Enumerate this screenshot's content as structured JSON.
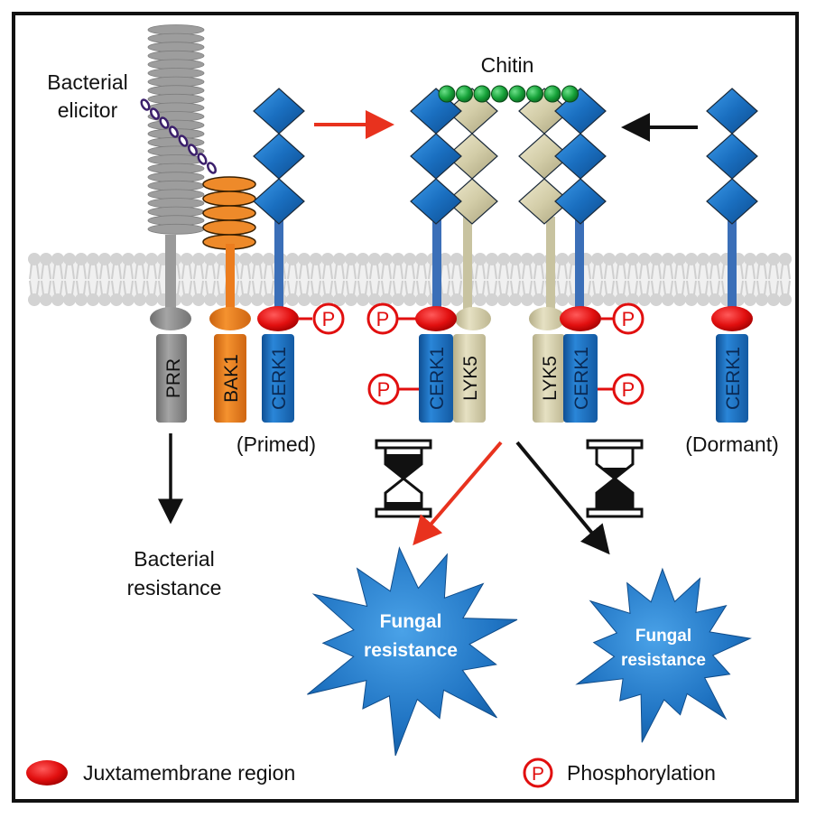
{
  "labels": {
    "bacterial_elicitor_line1": "Bacterial",
    "bacterial_elicitor_line2": "elicitor",
    "chitin": "Chitin",
    "primed": "(Primed)",
    "dormant": "(Dormant)",
    "bacterial_resistance_line1": "Bacterial",
    "bacterial_resistance_line2": "resistance"
  },
  "receptors": {
    "prr": "PRR",
    "bak1": "BAK1",
    "cerk1": "CERK1",
    "lyk5": "LYK5"
  },
  "phospho_symbol": "P",
  "outcomes": {
    "left_line1": "Fungal",
    "left_line2": "resistance",
    "right_line1": "Fungal",
    "right_line2": "resistance"
  },
  "legend": {
    "juxtamembrane": "Juxtamembrane region",
    "phosphorylation": "Phosphorylation"
  },
  "colors": {
    "cerk1_blue": "#1f73c2",
    "lyk5_beige": "#d8d3b0",
    "bak1_orange": "#ec7d1e",
    "prr_gray": "#8c8c8c",
    "juxtamembrane_red": "#e10f0f",
    "chitin_green": "#17a33a",
    "arrow_red": "#e8321e",
    "membrane_gray": "#d3d3d3"
  }
}
